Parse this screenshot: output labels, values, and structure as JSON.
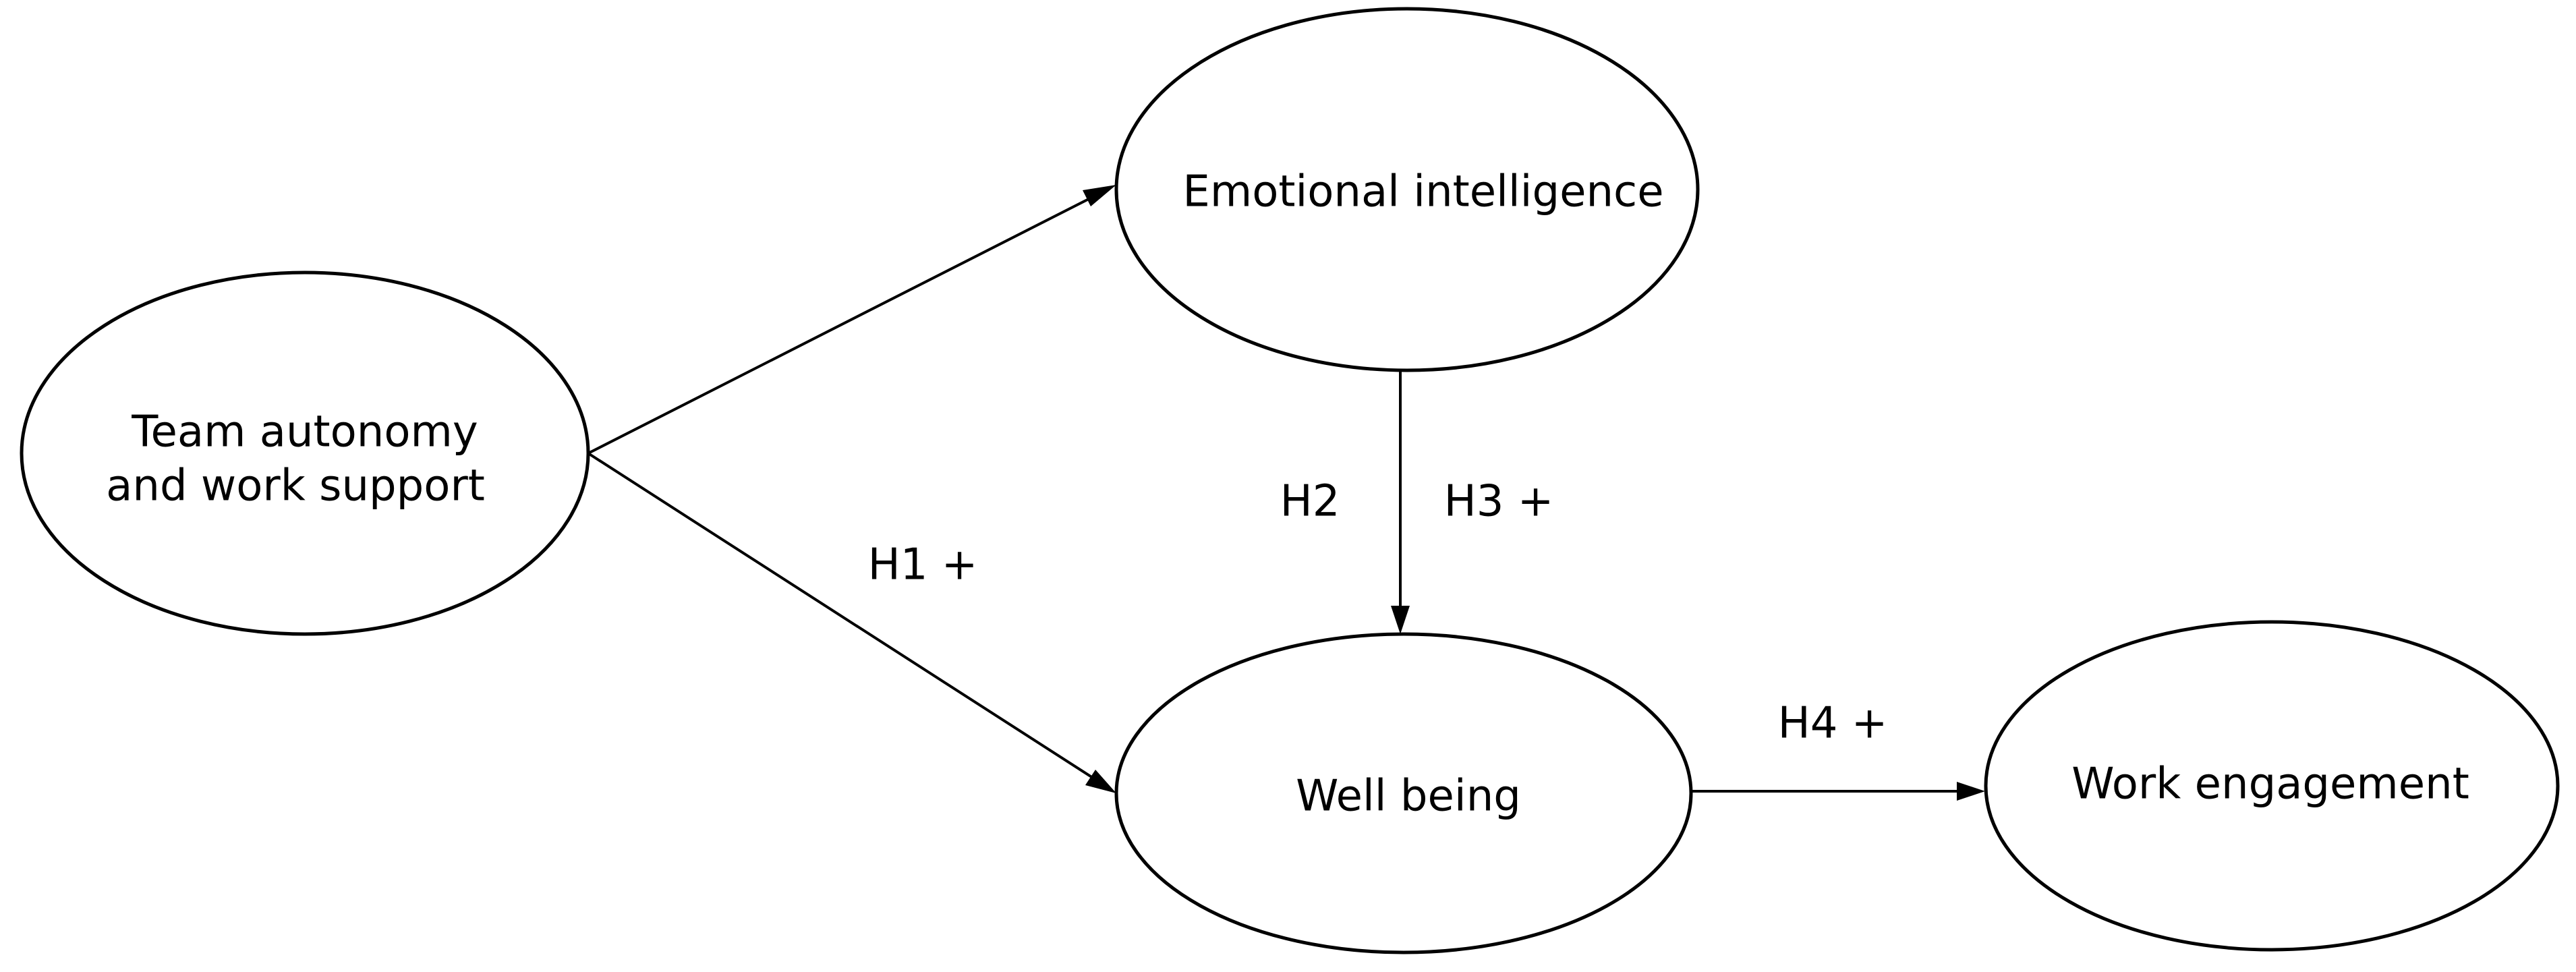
{
  "diagram": {
    "nodes": {
      "team": {
        "lines": [
          "Team autonomy",
          "and work support"
        ]
      },
      "emotional": {
        "lines": [
          "Emotional intelligence"
        ]
      },
      "wellbeing": {
        "lines": [
          "Well being"
        ]
      },
      "engagement": {
        "lines": [
          "Work engagement"
        ]
      }
    },
    "edges": {
      "team_to_emotional": {
        "from": "Team autonomy and work support",
        "to": "Emotional intelligence"
      },
      "team_to_wellbeing": {
        "from": "Team autonomy and work support",
        "to": "Well being",
        "label": "H1 +"
      },
      "emotional_to_wellbeing": {
        "from": "Emotional intelligence",
        "to": "Well being"
      },
      "wellbeing_to_engagement": {
        "from": "Well being",
        "to": "Work engagement",
        "label": "H4 +"
      }
    },
    "labels": {
      "h2": "H2",
      "h3": "H3 +"
    }
  }
}
